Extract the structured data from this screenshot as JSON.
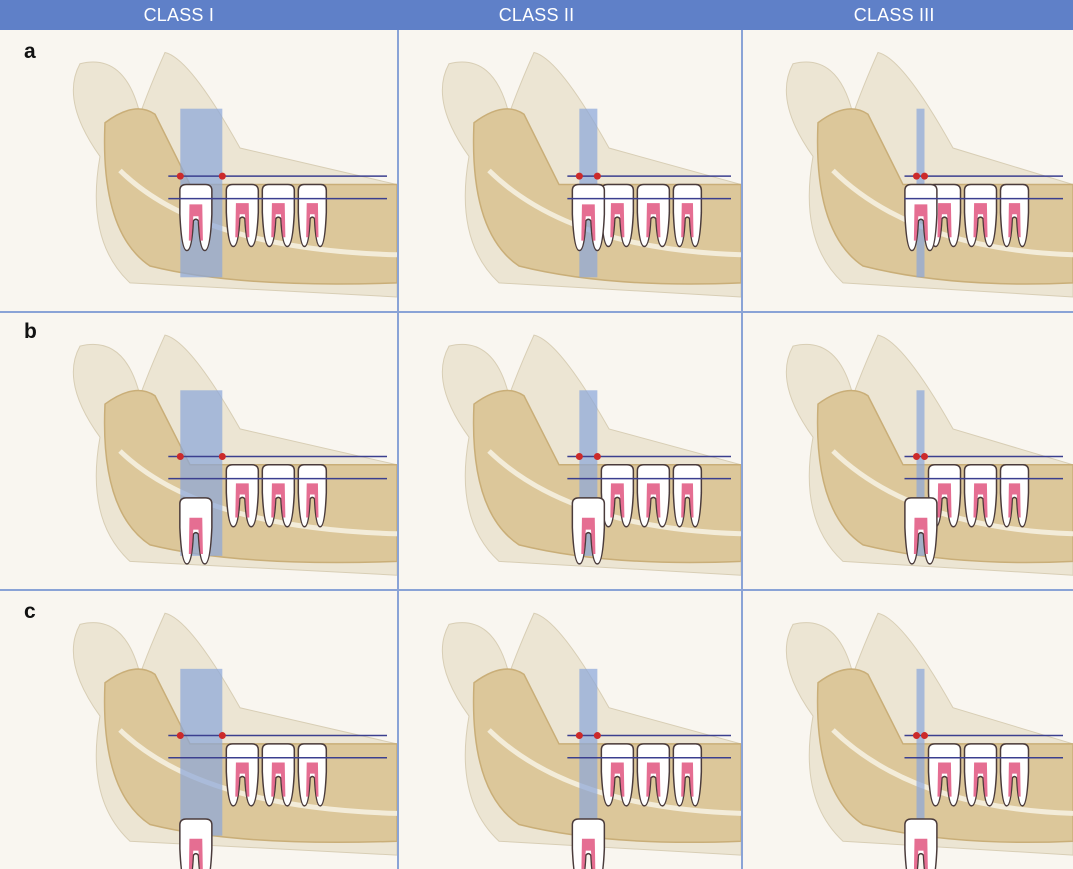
{
  "columns": [
    "CLASS I",
    "CLASS II",
    "CLASS III"
  ],
  "rows": [
    "a",
    "b",
    "c"
  ],
  "colors": {
    "header": "#5f80c8",
    "grid_line": "#8aa3d6",
    "ramus": "#ece5d3",
    "bone": "#dcc79a",
    "bone_dark": "#c9ae78",
    "cortex": "#f3ecd9",
    "ref_line": "#3b3f8f",
    "shadow_bar": "#8aa6da",
    "tooth_enamel": "#ffffff",
    "pulp": "#e0557f",
    "contact_point": "#cc2a2a"
  }
}
